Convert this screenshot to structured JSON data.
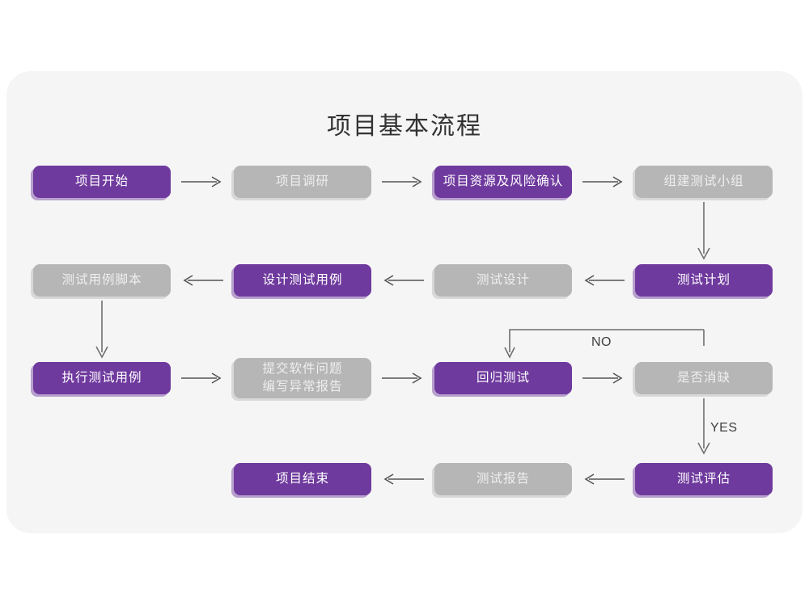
{
  "page": {
    "title": "项目基本流程",
    "background_color": "#ffffff",
    "card_color": "#f5f5f5",
    "accent_purple": "#6f3a9e",
    "muted_gray": "#b6b6b6"
  },
  "flow": {
    "rows": [
      {
        "id": "row-1",
        "nodes": [
          {
            "id": "n1",
            "label": "项目开始",
            "style": "purple"
          },
          {
            "id": "n2",
            "label": "项目调研",
            "style": "gray"
          },
          {
            "id": "n3",
            "label": "项目资源及风险确认",
            "style": "purple"
          },
          {
            "id": "n4",
            "label": "组建测试小组",
            "style": "gray"
          }
        ]
      },
      {
        "id": "row-2",
        "nodes": [
          {
            "id": "n8",
            "label": "测试用例脚本",
            "style": "gray"
          },
          {
            "id": "n7",
            "label": "设计测试用例",
            "style": "purple"
          },
          {
            "id": "n6",
            "label": "测试设计",
            "style": "gray"
          },
          {
            "id": "n5",
            "label": "测试计划",
            "style": "purple"
          }
        ]
      },
      {
        "id": "row-3",
        "nodes": [
          {
            "id": "n9",
            "label": "执行测试用例",
            "style": "purple"
          },
          {
            "id": "n10",
            "label": "提交软件问题\n编写异常报告",
            "style": "gray"
          },
          {
            "id": "n11",
            "label": "回归测试",
            "style": "purple"
          },
          {
            "id": "n12",
            "label": "是否消缺",
            "style": "gray"
          }
        ]
      },
      {
        "id": "row-4",
        "nodes": [
          {
            "id": "n15",
            "label": "项目结束",
            "style": "purple"
          },
          {
            "id": "n14",
            "label": "测试报告",
            "style": "gray"
          },
          {
            "id": "n13",
            "label": "测试评估",
            "style": "purple"
          }
        ]
      }
    ],
    "edge_labels": {
      "no": "NO",
      "yes": "YES"
    }
  }
}
